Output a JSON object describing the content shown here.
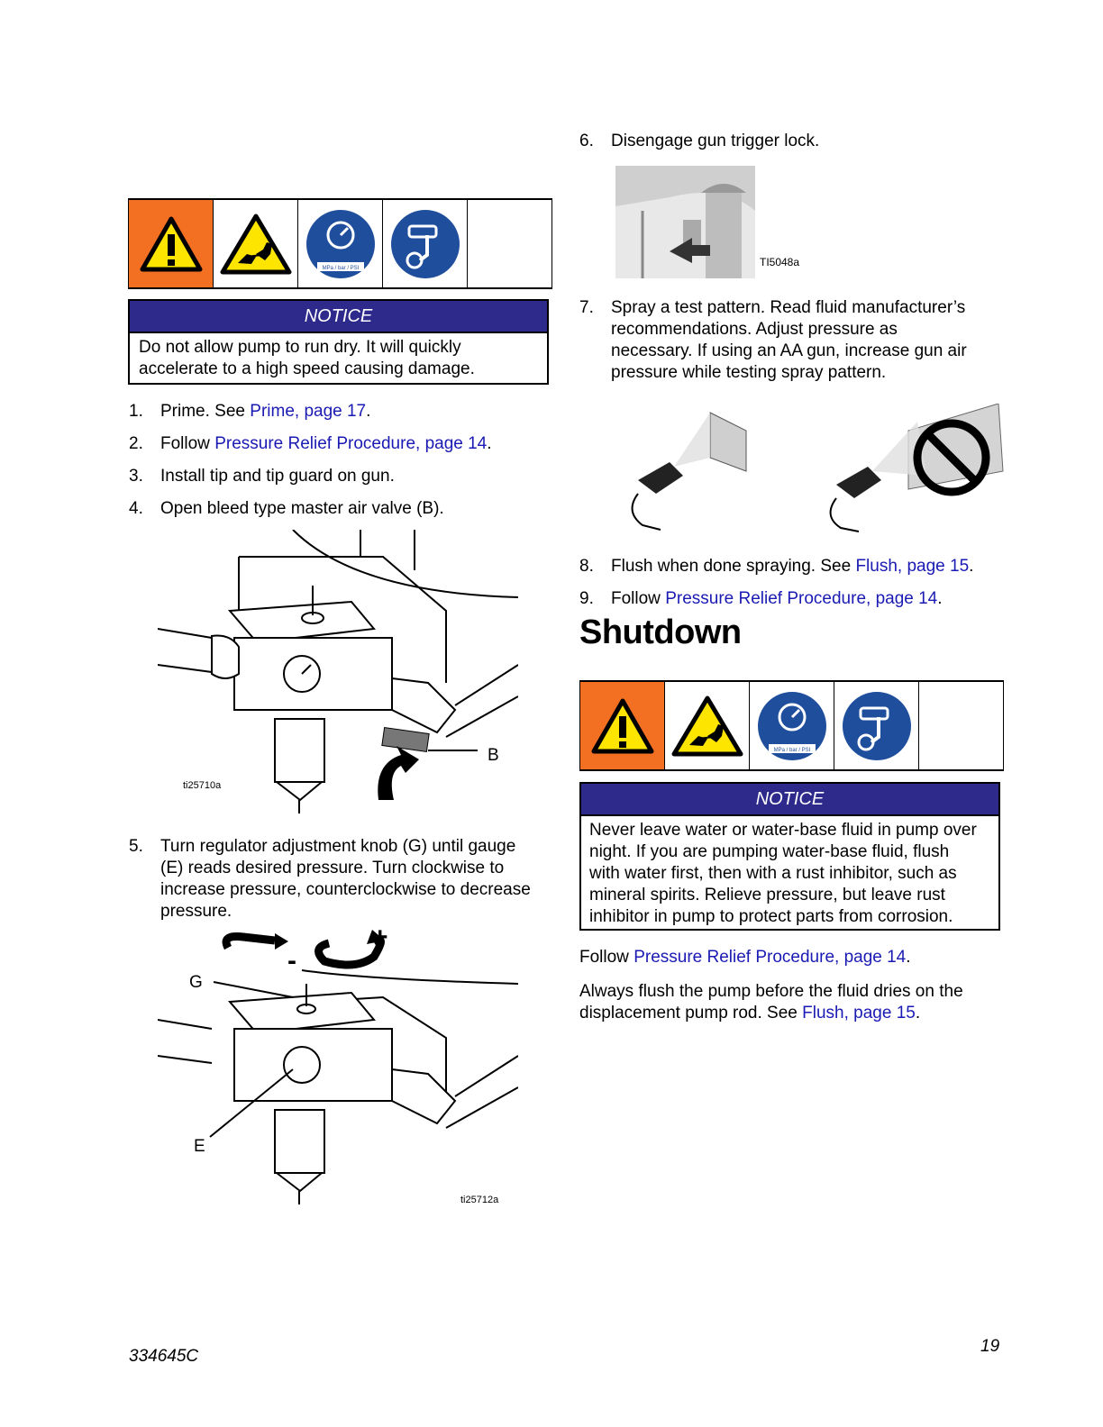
{
  "left": {
    "notice": {
      "title": "NOTICE",
      "body": "Do not allow pump to run dry.  It will quickly accelerate to a high speed causing damage."
    },
    "steps": [
      {
        "num": "1.",
        "pre": "Prime.  See ",
        "link": "Prime, page 17",
        "post": "."
      },
      {
        "num": "2.",
        "pre": "Follow ",
        "link": "Pressure Relief Procedure, page 14",
        "post": "."
      },
      {
        "num": "3.",
        "pre": "Install tip and tip guard on gun.",
        "link": "",
        "post": ""
      },
      {
        "num": "4.",
        "pre": "Open bleed type master air valve (B).",
        "link": "",
        "post": ""
      }
    ],
    "figure1": {
      "id": "ti25710a",
      "callout": "B"
    },
    "step5": {
      "num": "5.",
      "lines": [
        "Turn regulator adjustment knob (G) until gauge",
        "(E) reads desired pressure.  Turn clockwise to",
        "increase pressure, counterclockwise to decrease",
        "pressure."
      ]
    },
    "figure2": {
      "id": "ti25712a",
      "callout_g": "G",
      "callout_e": "E",
      "minus": "-",
      "plus": "+"
    }
  },
  "right": {
    "step6": {
      "num": "6.",
      "text": "Disengage gun trigger lock."
    },
    "figure3": {
      "id": "TI5048a"
    },
    "step7": {
      "num": "7.",
      "lines": [
        "Spray a test pattern.  Read fluid manufacturer’s",
        "recommendations.  Adjust pressure  as",
        "necessary. If using an AA gun, increase gun air",
        "pressure while testing spray pattern."
      ]
    },
    "step8": {
      "num": "8.",
      "pre": "Flush when done spraying.  See ",
      "link": "Flush, page 15",
      "post": "."
    },
    "step9": {
      "num": "9.",
      "pre": "Follow ",
      "link": "Pressure Relief Procedure, page 14",
      "post": "."
    },
    "heading": "Shutdown",
    "notice": {
      "title": "NOTICE",
      "lines": [
        "Never leave water or water-base fluid in pump over",
        "night.  If you are pumping water-base fluid, flush",
        "with water first, then with a rust inhibitor, such as",
        "mineral spirits.  Relieve pressure, but leave rust",
        "inhibitor in pump to protect parts from corrosion."
      ]
    },
    "para1": {
      "pre": "Follow ",
      "link": "Pressure Relief Procedure, page 14",
      "post": "."
    },
    "para2": {
      "line1": "Always flush the pump before the fluid dries on the",
      "line2_pre": "displacement pump rod. See ",
      "link": "Flush, page 15",
      "post": "."
    }
  },
  "hazard_icons": {
    "gauge_label": "MPa / bar / PSI",
    "icons": [
      "general-warning-icon",
      "skin-injection-icon",
      "pressure-gauge-icon",
      "trigger-lock-icon"
    ]
  },
  "footer": {
    "doc_number": "334645C",
    "page_number": "19"
  }
}
